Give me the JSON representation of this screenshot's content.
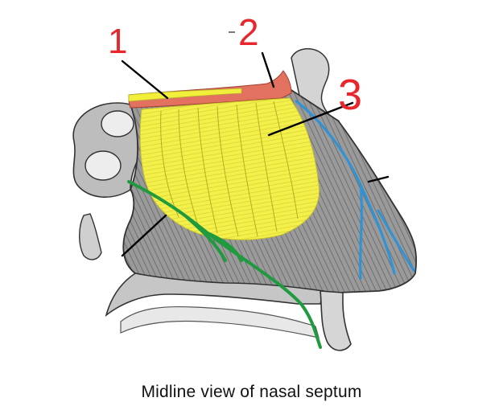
{
  "figure": {
    "caption": "Midline view of nasal septum",
    "markers": [
      {
        "id": "marker-1",
        "text": "1",
        "color": "#e8262b"
      },
      {
        "id": "marker-2",
        "text": "2",
        "color": "#e8262b"
      },
      {
        "id": "marker-3",
        "text": "3",
        "color": "#e8262b"
      }
    ],
    "colors": {
      "olfactory-nerve": "#f2ef3a",
      "olfactory-bulb": "#e2725f",
      "blue-nerve": "#2f93d6",
      "green-nerve": "#1f9a3e",
      "bone": "#c9c9c9",
      "septum-shading": "#8e8e8e",
      "leader-line": "#000000"
    }
  }
}
